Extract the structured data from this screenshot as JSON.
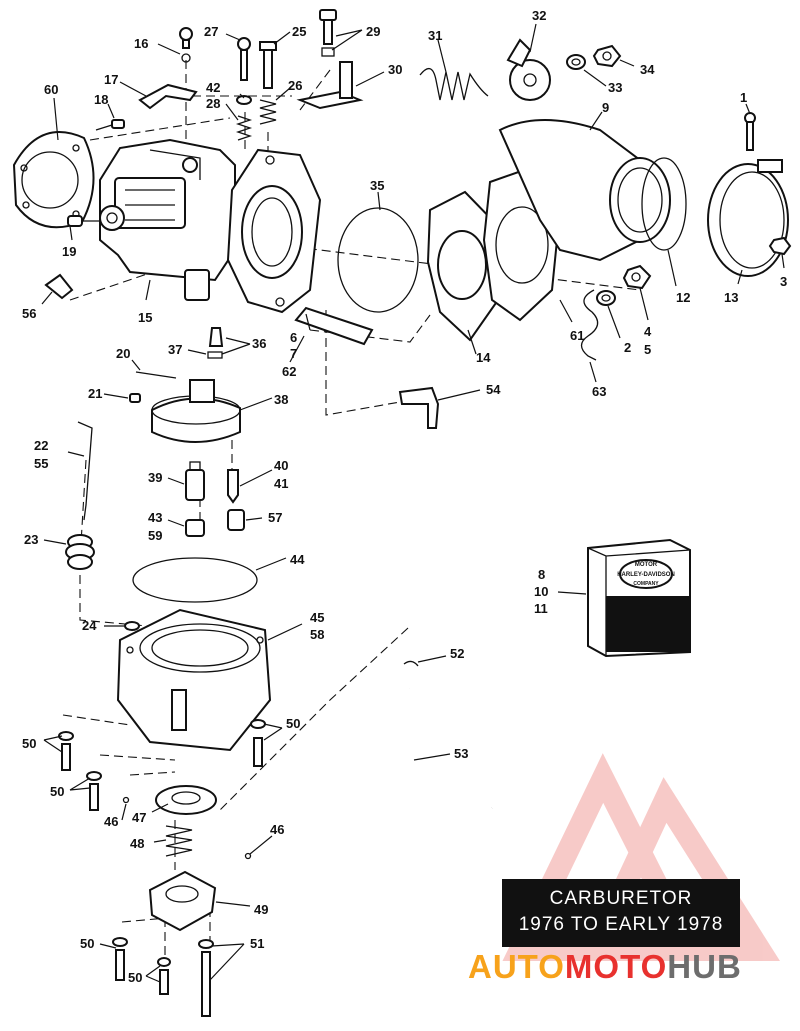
{
  "title": {
    "line1": "CARBURETOR",
    "line2": "1976 TO EARLY 1978"
  },
  "package_label": {
    "line1": "MOTOR",
    "line2": "HARLEY-DAVIDSON",
    "line3": "COMPANY"
  },
  "watermark": {
    "part1": "AUTO",
    "part2": "MOTO",
    "part3": "HUB"
  },
  "colors": {
    "ink": "#111111",
    "watermark_orange": "#f7a21b",
    "watermark_red": "#e8312e",
    "watermark_gray": "#6d6d6d",
    "title_bg": "#111111"
  },
  "callouts": [
    {
      "id": "c1",
      "label": "1"
    },
    {
      "id": "c2",
      "label": "2"
    },
    {
      "id": "c3",
      "label": "3"
    },
    {
      "id": "c4",
      "label": "4"
    },
    {
      "id": "c5",
      "label": "5"
    },
    {
      "id": "c6",
      "label": "6"
    },
    {
      "id": "c7",
      "label": "7"
    },
    {
      "id": "c8",
      "label": "8"
    },
    {
      "id": "c9",
      "label": "9"
    },
    {
      "id": "c10",
      "label": "10"
    },
    {
      "id": "c11",
      "label": "11"
    },
    {
      "id": "c12",
      "label": "12"
    },
    {
      "id": "c13",
      "label": "13"
    },
    {
      "id": "c14",
      "label": "14"
    },
    {
      "id": "c15",
      "label": "15"
    },
    {
      "id": "c16",
      "label": "16"
    },
    {
      "id": "c17",
      "label": "17"
    },
    {
      "id": "c18",
      "label": "18"
    },
    {
      "id": "c19",
      "label": "19"
    },
    {
      "id": "c20",
      "label": "20"
    },
    {
      "id": "c21",
      "label": "21"
    },
    {
      "id": "c22",
      "label": "22"
    },
    {
      "id": "c55",
      "label": "55"
    },
    {
      "id": "c23",
      "label": "23"
    },
    {
      "id": "c24",
      "label": "24"
    },
    {
      "id": "c25",
      "label": "25"
    },
    {
      "id": "c26",
      "label": "26"
    },
    {
      "id": "c27",
      "label": "27"
    },
    {
      "id": "c28",
      "label": "28"
    },
    {
      "id": "c29",
      "label": "29"
    },
    {
      "id": "c30",
      "label": "30"
    },
    {
      "id": "c31",
      "label": "31"
    },
    {
      "id": "c32",
      "label": "32"
    },
    {
      "id": "c33",
      "label": "33"
    },
    {
      "id": "c34",
      "label": "34"
    },
    {
      "id": "c35",
      "label": "35"
    },
    {
      "id": "c36",
      "label": "36"
    },
    {
      "id": "c37",
      "label": "37"
    },
    {
      "id": "c38",
      "label": "38"
    },
    {
      "id": "c39",
      "label": "39"
    },
    {
      "id": "c40",
      "label": "40"
    },
    {
      "id": "c41",
      "label": "41"
    },
    {
      "id": "c42",
      "label": "42"
    },
    {
      "id": "c43",
      "label": "43"
    },
    {
      "id": "c59",
      "label": "59"
    },
    {
      "id": "c44",
      "label": "44"
    },
    {
      "id": "c45",
      "label": "45"
    },
    {
      "id": "c58",
      "label": "58"
    },
    {
      "id": "c46a",
      "label": "46"
    },
    {
      "id": "c46b",
      "label": "46"
    },
    {
      "id": "c47",
      "label": "47"
    },
    {
      "id": "c48",
      "label": "48"
    },
    {
      "id": "c49",
      "label": "49"
    },
    {
      "id": "c50a",
      "label": "50"
    },
    {
      "id": "c50b",
      "label": "50"
    },
    {
      "id": "c50c",
      "label": "50"
    },
    {
      "id": "c50d",
      "label": "50"
    },
    {
      "id": "c50e",
      "label": "50"
    },
    {
      "id": "c51",
      "label": "51"
    },
    {
      "id": "c52",
      "label": "52"
    },
    {
      "id": "c53",
      "label": "53"
    },
    {
      "id": "c54",
      "label": "54"
    },
    {
      "id": "c56",
      "label": "56"
    },
    {
      "id": "c57",
      "label": "57"
    },
    {
      "id": "c60",
      "label": "60"
    },
    {
      "id": "c61",
      "label": "61"
    },
    {
      "id": "c62",
      "label": "62"
    },
    {
      "id": "c63",
      "label": "63"
    }
  ]
}
